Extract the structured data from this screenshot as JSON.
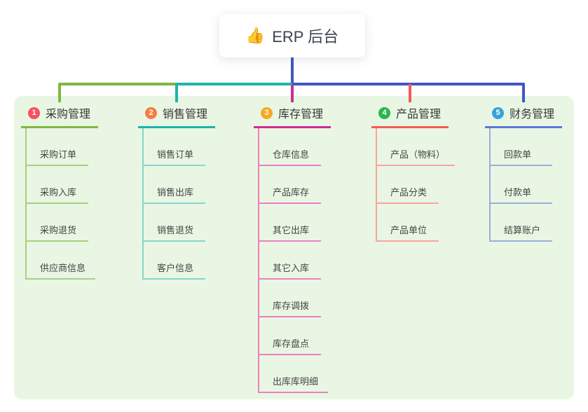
{
  "root": {
    "label": "ERP 后台",
    "icon": "👍"
  },
  "colors": {
    "trunk": "#4155c8",
    "panel_bg": "#e9f6e3",
    "text": "#383838"
  },
  "branches": [
    {
      "num": "1",
      "label": "采购管理",
      "badge_color": "#f8515f",
      "line_color": "#7eb83f",
      "child_line_color": "#a6d07e",
      "children": [
        "采购订单",
        "采购入库",
        "采购退货",
        "供应商信息"
      ]
    },
    {
      "num": "2",
      "label": "销售管理",
      "badge_color": "#f57d42",
      "line_color": "#1cb5aa",
      "child_line_color": "#86d5cd",
      "children": [
        "销售订单",
        "销售出库",
        "销售退货",
        "客户信息"
      ]
    },
    {
      "num": "3",
      "label": "库存管理",
      "badge_color": "#f9a825",
      "line_color": "#cc2f96",
      "child_line_color": "#ee7fc1",
      "children": [
        "仓库信息",
        "产品库存",
        "其它出库",
        "其它入库",
        "库存调拨",
        "库存盘点",
        "出库库明细"
      ]
    },
    {
      "num": "4",
      "label": "产品管理",
      "badge_color": "#2bb552",
      "line_color": "#f25c52",
      "child_line_color": "#f8a49e",
      "children": [
        "产品（物料）",
        "产品分类",
        "产品单位"
      ]
    },
    {
      "num": "5",
      "label": "财务管理",
      "badge_color": "#35a3dc",
      "line_color": "#5b79d8",
      "child_line_color": "#9aaede",
      "children": [
        "回款单",
        "付款单",
        "结算账户"
      ]
    }
  ]
}
